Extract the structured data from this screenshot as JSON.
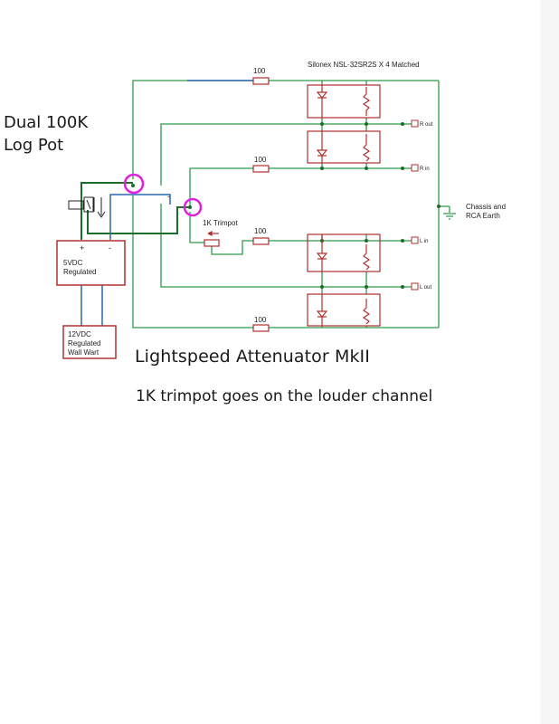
{
  "labels": {
    "pot_line1": "Dual 100K",
    "pot_line2": "Log Pot",
    "ldr_title": "Silonex NSL-32SR2S  X 4 Matched",
    "resistor_top": "100",
    "resistor_rin": "100",
    "resistor_lin": "100",
    "resistor_bottom": "100",
    "trimpot": "1K  Trimpot",
    "r_out": "R out",
    "r_in": "R in",
    "l_in": "L in",
    "l_out": "L out",
    "earth_line1": "Chassis and",
    "earth_line2": "RCA Earth",
    "supply_plus": "+",
    "supply_minus": "-",
    "pot_minus": "-",
    "regulator_line1": "5VDC",
    "regulator_line2": "Regulated",
    "wallwart_line1": "12VDC",
    "wallwart_line2": "Regulated",
    "wallwart_line3": "Wall Wart"
  },
  "captions": {
    "title": "Lightspeed Attenuator MkII",
    "note": "1K trimpot goes on the louder channel"
  },
  "colors": {
    "wire": "#2e9a4a",
    "dc_wire": "#1a6d2a",
    "blue_wire": "#2a66b0",
    "component": "#b03030",
    "highlight": "#e020e0"
  }
}
